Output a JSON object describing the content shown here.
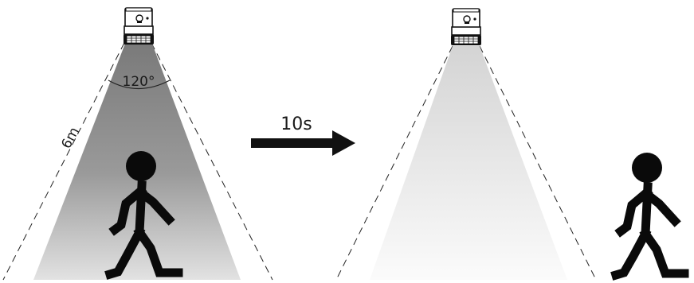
{
  "diagram": {
    "detection_angle": "120°",
    "detection_range": "6m",
    "delay_label": "10s"
  },
  "panels": [
    {
      "state": "person-detected",
      "light": "on"
    },
    {
      "state": "person-left",
      "light": "dimmed"
    }
  ],
  "colors": {
    "ink": "#111111",
    "beam_on_top": "#7a7a7a",
    "beam_on_bottom": "#e0e0e0",
    "beam_dim_top": "#d6d6d6",
    "beam_dim_bottom": "#fafafa"
  },
  "icons": [
    "sensor-light-icon",
    "person-walking-icon",
    "arrow-right-icon"
  ]
}
